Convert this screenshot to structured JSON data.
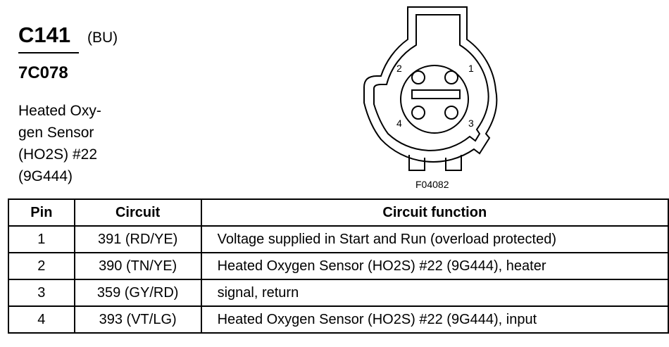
{
  "connector": {
    "id": "C141",
    "color": "(BU)",
    "part_number": "7C078",
    "description_lines": [
      "Heated Oxy-",
      "gen Sensor",
      "(HO2S) #22",
      "(9G444)"
    ],
    "figure_code": "F04082",
    "pin_labels": [
      "1",
      "2",
      "3",
      "4"
    ]
  },
  "table": {
    "headers": [
      "Pin",
      "Circuit",
      "Circuit function"
    ],
    "rows": [
      {
        "pin": "1",
        "circuit": "391 (RD/YE)",
        "function": "Voltage supplied in Start and Run (overload protected)"
      },
      {
        "pin": "2",
        "circuit": "390 (TN/YE)",
        "function": "Heated Oxygen Sensor (HO2S) #22 (9G444), heater"
      },
      {
        "pin": "3",
        "circuit": "359 (GY/RD)",
        "function": "signal, return"
      },
      {
        "pin": "4",
        "circuit": "393 (VT/LG)",
        "function": "Heated Oxygen Sensor (HO2S) #22 (9G444), input"
      }
    ]
  }
}
